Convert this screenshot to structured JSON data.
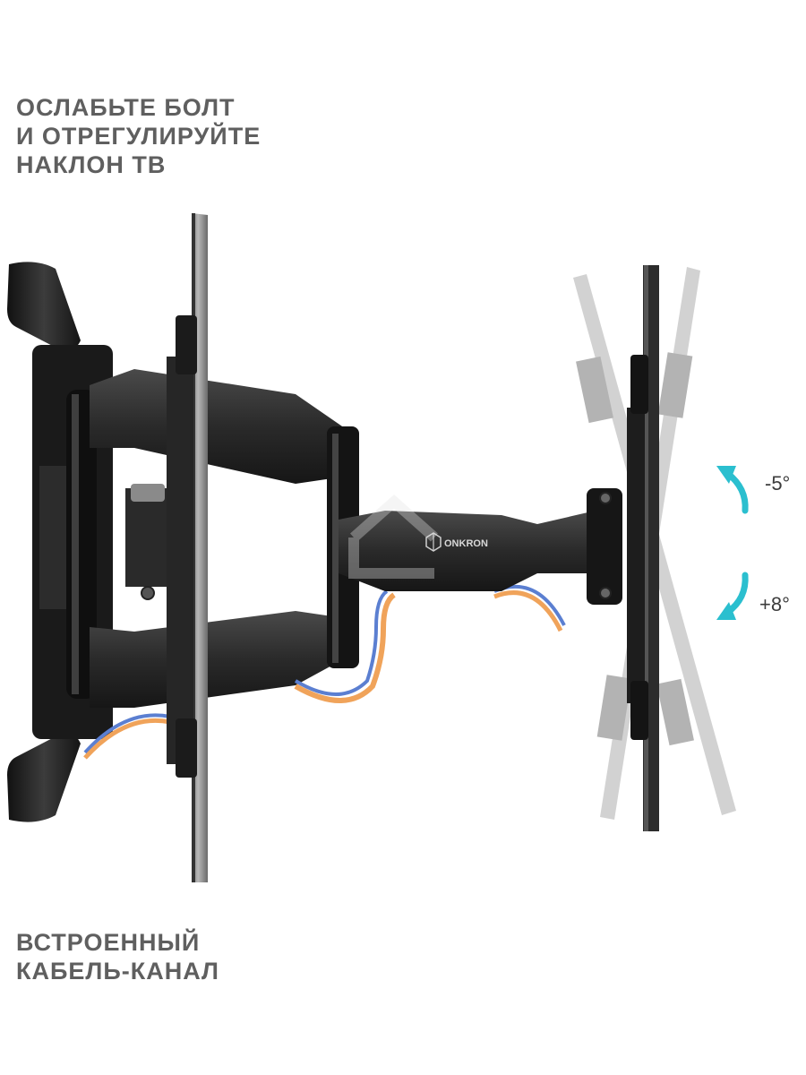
{
  "captions": {
    "top": [
      "ОСЛАБЬТЕ БОЛТ",
      "И ОТРЕГУЛИРУЙТЕ",
      "НАКЛОН ТВ"
    ],
    "bottom": [
      "ВСТРОЕННЫЙ",
      "КАБЕЛЬ-КАНАЛ"
    ]
  },
  "tilt": {
    "up_label": "-5°",
    "down_label": "+8°",
    "arrow_color": "#2bbfcf"
  },
  "brand": {
    "logo_text": "ONKRON"
  },
  "colors": {
    "caption": "#5f5f5f",
    "metal_dark": "#1e1e1e",
    "metal_mid": "#3a3a3a",
    "cable_orange": "#f0a35a",
    "cable_blue": "#5b7fd1",
    "ghost_gray": "#bdbdbd"
  }
}
